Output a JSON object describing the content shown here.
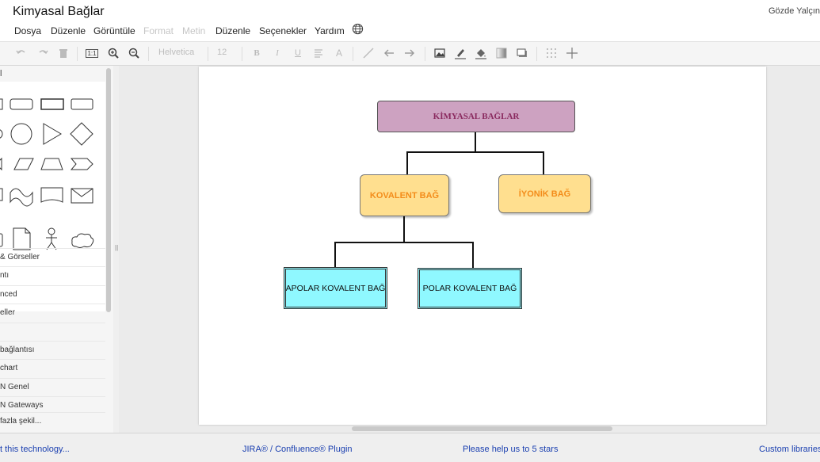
{
  "app": {
    "title": "Kimyasal Bağlar",
    "user": "Gözde Yalçın"
  },
  "menu": [
    {
      "label": "Dosya",
      "enabled": true
    },
    {
      "label": "Düzenle",
      "enabled": true
    },
    {
      "label": "Görüntüle",
      "enabled": true
    },
    {
      "label": "Format",
      "enabled": false
    },
    {
      "label": "Metin",
      "enabled": false
    },
    {
      "label": "Düzenle",
      "enabled": true
    },
    {
      "label": "Seçenekler",
      "enabled": true
    },
    {
      "label": "Yardım",
      "enabled": true
    }
  ],
  "toolbar": {
    "font_family": "Helvetica",
    "font_size": "12",
    "actual_size_label": "1:1",
    "bold_label": "B",
    "italic_label": "I",
    "underline_label": "U",
    "font_color_label": "A"
  },
  "sidebar": {
    "section_title": "l",
    "categories": [
      "& Görseller",
      "ntı",
      "nced",
      "eller",
      "",
      "bağlantısı",
      "chart",
      "N Genel",
      "N Gateways"
    ],
    "more_shapes": "fazla şekil..."
  },
  "diagram": {
    "root": "KİMYASAL BAĞLAR",
    "covalent": "KOVALENT BAĞ",
    "ionic": "İYONİK BAĞ",
    "apolar": "APOLAR KOVALENT BAĞ",
    "polar": "POLAR KOVALENT BAĞ"
  },
  "footer": {
    "about": "t this technology...",
    "plugin": "JIRA® / Confluence® Plugin",
    "rate": "Please help us to 5 stars",
    "custom": "Custom libraries"
  },
  "colors": {
    "root_fill": "#cda2c1",
    "root_text": "#8a2a5f",
    "mid_fill": "#ffdf8f",
    "mid_text": "#f38c1a",
    "leaf_fill": "#8ff8ff",
    "link": "#1a3fb0"
  }
}
